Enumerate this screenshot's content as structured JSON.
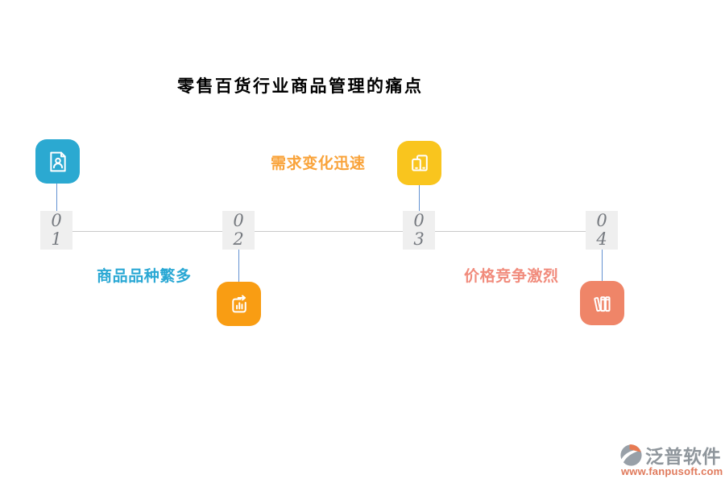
{
  "title": "零售百货行业商品管理的痛点",
  "timeline": {
    "line_color": "#c9c9c9",
    "connector_color": "#6392d2",
    "marker_bg": "#efefef",
    "number_color": "#75797f",
    "milestones": [
      {
        "number_top": "0",
        "number_bottom": "1",
        "icon": "person-document-icon",
        "tile_color": "#2ba9d1",
        "label": "商品品种繁多",
        "label_color": "#2aa8d4"
      },
      {
        "number_top": "0",
        "number_bottom": "2",
        "icon": "bar-chart-arrow-icon",
        "tile_color": "#f99d13",
        "label": "需求变化迅速",
        "label_color": "#f9a33a"
      },
      {
        "number_top": "0",
        "number_bottom": "3",
        "icon": "phone-tablet-icon",
        "tile_color": "#f9c51e"
      },
      {
        "number_top": "0",
        "number_bottom": "4",
        "icon": "books-icon",
        "tile_color": "#ef8568",
        "label": "价格竞争激烈",
        "label_color": "#f18b7c"
      }
    ]
  },
  "watermark": {
    "brand": "泛普软件",
    "brand_color": "#8f969c",
    "url": "www.fanpusoft.com",
    "url_color": "#e07a5c"
  }
}
